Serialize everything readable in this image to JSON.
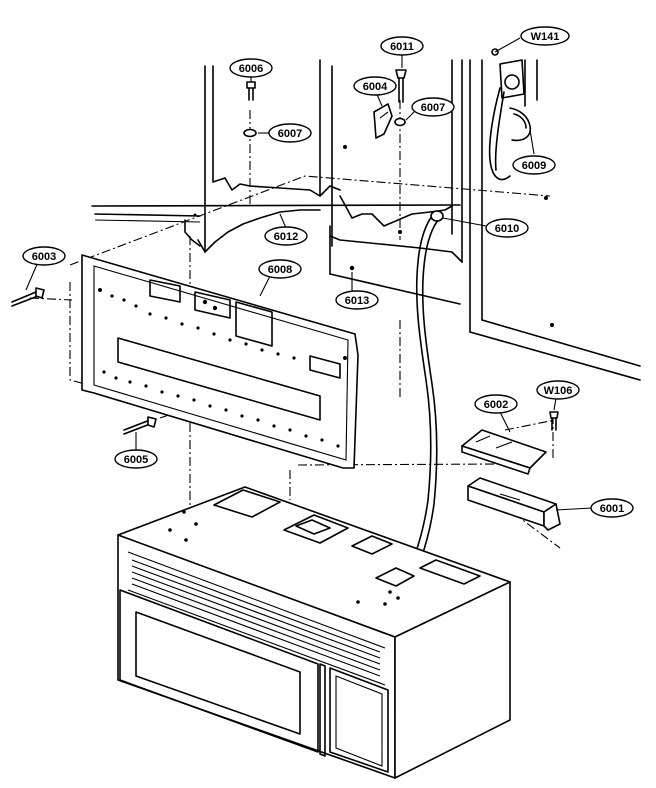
{
  "callouts": [
    {
      "id": "w141",
      "text": "W141"
    },
    {
      "id": "6011",
      "text": "6011"
    },
    {
      "id": "6006",
      "text": "6006"
    },
    {
      "id": "6004",
      "text": "6004"
    },
    {
      "id": "6007a",
      "text": "6007"
    },
    {
      "id": "6007b",
      "text": "6007"
    },
    {
      "id": "6009",
      "text": "6009"
    },
    {
      "id": "6012",
      "text": "6012"
    },
    {
      "id": "6010",
      "text": "6010"
    },
    {
      "id": "6003",
      "text": "6003"
    },
    {
      "id": "6008",
      "text": "6008"
    },
    {
      "id": "6013",
      "text": "6013"
    },
    {
      "id": "6002",
      "text": "6002"
    },
    {
      "id": "w106",
      "text": "W106"
    },
    {
      "id": "6005",
      "text": "6005"
    },
    {
      "id": "6001",
      "text": "6001"
    }
  ]
}
